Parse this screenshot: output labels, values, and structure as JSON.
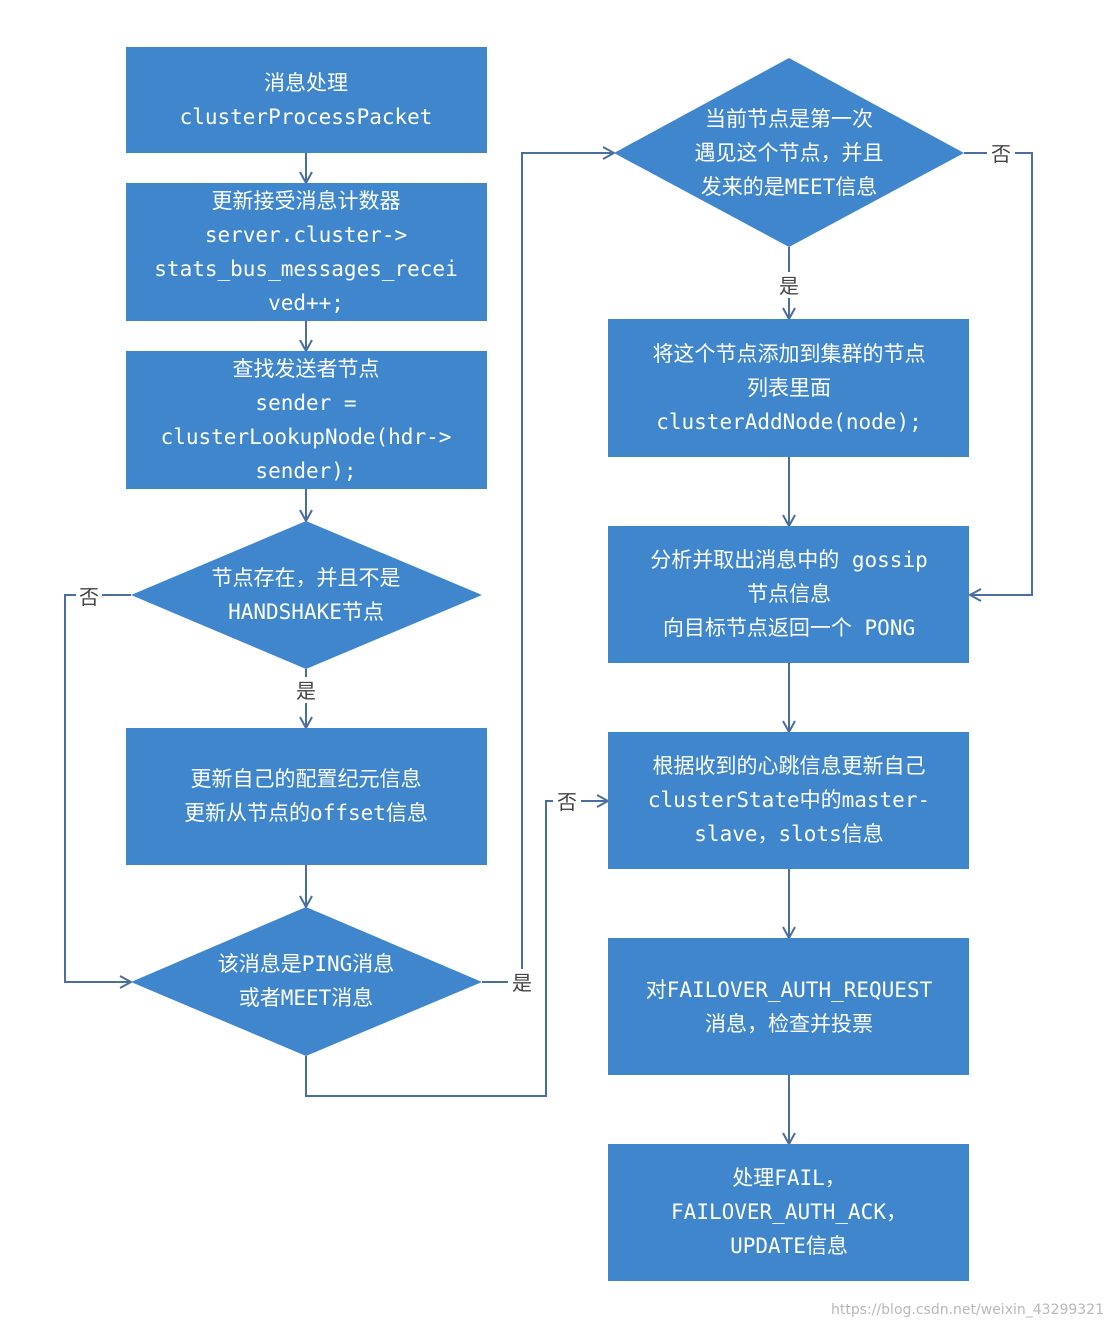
{
  "nodes": {
    "process_packet": {
      "lines": [
        "消息处理",
        "clusterProcessPacket"
      ]
    },
    "update_counter": {
      "lines": [
        "更新接受消息计数器",
        "server.cluster->",
        "stats_bus_messages_recei",
        "ved++;"
      ]
    },
    "lookup_sender": {
      "lines": [
        "查找发送者节点",
        "sender =",
        "clusterLookupNode(hdr->",
        "sender);"
      ]
    },
    "node_exists": {
      "lines": [
        "节点存在，并且不是",
        "HANDSHAKE节点"
      ]
    },
    "update_epoch": {
      "lines": [
        "更新自己的配置纪元信息",
        "更新从节点的offset信息"
      ]
    },
    "is_ping_meet": {
      "lines": [
        "该消息是PING消息",
        "或者MEET消息"
      ]
    },
    "first_meet": {
      "lines": [
        "当前节点是第一次",
        "遇见这个节点，并且",
        "发来的是MEET信息"
      ]
    },
    "add_node": {
      "lines": [
        "将这个节点添加到集群的节点",
        "列表里面",
        "clusterAddNode(node);"
      ]
    },
    "gossip": {
      "lines": [
        "分析并取出消息中的 gossip",
        "节点信息",
        "向目标节点返回一个 PONG"
      ]
    },
    "update_state": {
      "lines": [
        "根据收到的心跳信息更新自己",
        "clusterState中的master-",
        "slave，slots信息"
      ]
    },
    "failover_request": {
      "lines": [
        "对FAILOVER_AUTH_REQUEST",
        "消息，检查并投票"
      ]
    },
    "handle_fail": {
      "lines": [
        "处理FAIL，",
        "FAILOVER_AUTH_ACK，",
        "UPDATE信息"
      ]
    }
  },
  "edge_labels": {
    "node_exists_yes": "是",
    "node_exists_no": "否",
    "is_ping_meet_yes": "是",
    "is_ping_meet_no": "否",
    "first_meet_yes": "是",
    "first_meet_no": "否"
  },
  "watermark": "https://blog.csdn.net/weixin_43299321",
  "colors": {
    "node_fill": "#3f86cd",
    "node_text": "#ffffff",
    "edge": "#4a6f9e",
    "label": "#444444"
  }
}
